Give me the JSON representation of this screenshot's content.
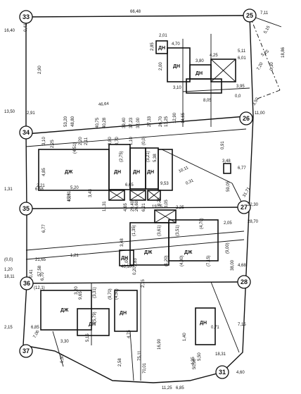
{
  "nodes": [
    {
      "id": "33",
      "label": "33"
    },
    {
      "id": "25",
      "label": "25"
    },
    {
      "id": "26",
      "label": "26"
    },
    {
      "id": "34",
      "label": "34"
    },
    {
      "id": "35",
      "label": "35"
    },
    {
      "id": "27",
      "label": "27"
    },
    {
      "id": "36",
      "label": "36"
    },
    {
      "id": "28",
      "label": "28"
    },
    {
      "id": "37",
      "label": "37"
    },
    {
      "id": "31",
      "label": "31"
    }
  ],
  "buildings": [
    {
      "id": "b1",
      "label": "ДН"
    },
    {
      "id": "b2",
      "label": "ДН"
    },
    {
      "id": "b3",
      "label": "ДН"
    },
    {
      "id": "b4",
      "label": "ДЖ"
    },
    {
      "id": "b5",
      "label": "ДН"
    },
    {
      "id": "b6",
      "label": "ДН"
    },
    {
      "id": "b7",
      "label": "ДН"
    },
    {
      "id": "b8",
      "label": "ДЖ"
    },
    {
      "id": "b9",
      "label": "ДЖ"
    },
    {
      "id": "b10",
      "label": "ДН"
    },
    {
      "id": "b11",
      "label": "ДЖ"
    },
    {
      "id": "b12",
      "label": "ДН"
    },
    {
      "id": "b13",
      "label": "ДН"
    },
    {
      "id": "b14",
      "label": "ДН"
    }
  ],
  "dimensions": [
    "66,48",
    "16,40",
    "0,41",
    "2,90",
    "7,11",
    "5,25",
    "0,30",
    "18,86",
    "2,01",
    "2,85",
    "4,70",
    "2,00",
    "4,25",
    "3,80",
    "5,11",
    "6,01",
    "5,15",
    "7,20",
    "3,95",
    "3,10",
    "0,0",
    "8,05",
    "3,50",
    "13,50",
    "2,91",
    "46,64",
    "53,20",
    "48,80",
    "40,75",
    "40,28",
    "39,40",
    "37,23",
    "32,00",
    "27,33",
    "26,70",
    "13,25",
    "12,90",
    "14,65",
    "11,00",
    "3,10",
    "2,25",
    "2,20",
    "2,11",
    "0,80",
    "0,70",
    "1,10",
    "(0,0)",
    "(4,51)",
    "(2,75)",
    "(3,21)",
    "5,38",
    "4,85",
    "5,20",
    "2,21",
    "3,43",
    "4,25",
    "6,65",
    "9,53",
    "10,11",
    "0,31",
    "3,48",
    "0,91",
    "6,77",
    "59,05",
    "31,71",
    "1,31",
    "6,58",
    "15,81",
    "11,31",
    "4,65",
    "29,40",
    "26,60",
    "6,21",
    "0,25",
    "19,05",
    "3,05",
    "2,25",
    "22,30",
    "6,77",
    "2,05",
    "28,70",
    "3,48",
    "(1,35)",
    "(3,61)",
    "(3,51)",
    "(4,70)",
    "(0,0)",
    "21,65",
    "1,21",
    "46,10",
    "1,00",
    "2,83",
    "(1,20)",
    "(4,00)",
    "(7,15)",
    "(9,00)",
    "4,68",
    "1,20",
    "18,11",
    "0,41",
    "57,58",
    "6,70",
    "0,20",
    "38,00",
    "(12,1)",
    "3,20",
    "9,65",
    "(3,31)",
    "(9,70)",
    "(4,50)",
    "(5,79)",
    "5,15",
    "4,75",
    "2,15",
    "2,15",
    "6,85",
    "3,30",
    "0,71",
    "7,15",
    "1,40",
    "18,31",
    "7,06",
    "0,30",
    "2,58",
    "75,11",
    "70,01",
    "16,90",
    "50,00",
    "5,50",
    "4,60",
    "4,35",
    "11,25",
    "6,85"
  ]
}
